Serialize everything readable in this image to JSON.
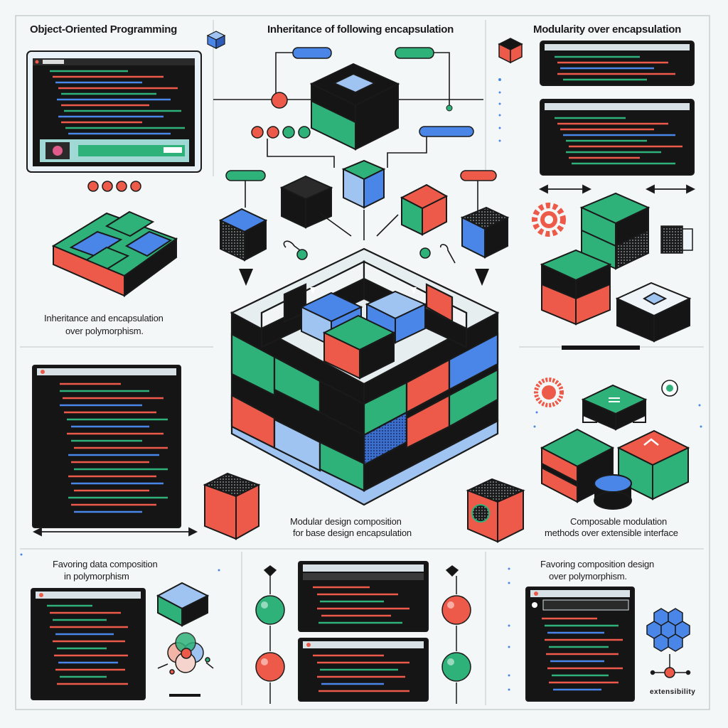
{
  "title": "Object-Oriented Programming",
  "headings": {
    "top_center": "Inheritance of following encapsulation",
    "top_right": "Modularity over encapsulation"
  },
  "captions": {
    "left_mid": [
      "Inheritance and encapsulation",
      "over polymorphism."
    ],
    "center_bottom": [
      "Modular design composition",
      "for base design encapsulation"
    ],
    "right_mid": [
      "Composable modulation",
      "methods over extensible interface"
    ],
    "bottom_left": [
      "Favoring data composition",
      "in polymorphism"
    ],
    "bottom_right": [
      "Favoring composition design",
      "over polymorphism."
    ],
    "bottom_right_small": "extensibility"
  },
  "colors": {
    "green": "#2fb27a",
    "red": "#ee5a49",
    "blue": "#4a86e8",
    "lightblue": "#9fc4f2",
    "black": "#151515",
    "line": "#1a1a1a",
    "panel": "#161616"
  }
}
